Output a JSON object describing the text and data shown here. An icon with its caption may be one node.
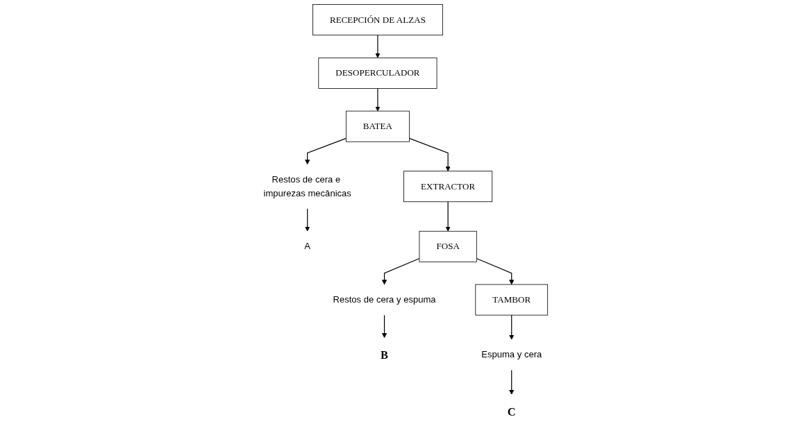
{
  "diagram": {
    "nodes": [
      {
        "text": [
          "RECEPCIÓN DE ALZAS"
        ]
      },
      {
        "text": [
          "DESOPERCULADOR"
        ]
      },
      {
        "text": [
          "BATEA"
        ]
      },
      {
        "text": [
          "Restos de cera e impurezas mecânicas"
        ]
      },
      {
        "text": [
          "A"
        ]
      },
      {
        "text": [
          "EXTRACTOR"
        ]
      },
      {
        "text": [
          "FOSA"
        ]
      },
      {
        "text": [
          "Restos de cera y espuma"
        ]
      },
      {
        "text": [
          "B"
        ]
      },
      {
        "text": [
          "TAMBOR"
        ]
      },
      {
        "text": [
          "Espuma y cera"
        ]
      },
      {
        "text": [
          "C"
        ]
      }
    ],
    "edges": [
      {
        "from": 0,
        "to": 1,
        "arrow": "to"
      },
      {
        "from": 1,
        "to": 2,
        "arrow": "to"
      },
      {
        "from": 2,
        "to": 3,
        "arrow": "to"
      },
      {
        "from": 3,
        "to": 4,
        "arrow": "to"
      },
      {
        "from": 2,
        "to": 5,
        "arrow": "to"
      },
      {
        "from": 5,
        "to": 6,
        "arrow": "to"
      },
      {
        "from": 6,
        "to": 7,
        "arrow": "to"
      },
      {
        "from": 7,
        "to": 8,
        "arrow": "to"
      },
      {
        "from": 6,
        "to": 9,
        "arrow": "to"
      },
      {
        "from": 9,
        "to": 10,
        "arrow": "to"
      },
      {
        "from": 10,
        "to": 11,
        "arrow": "to"
      }
    ]
  }
}
